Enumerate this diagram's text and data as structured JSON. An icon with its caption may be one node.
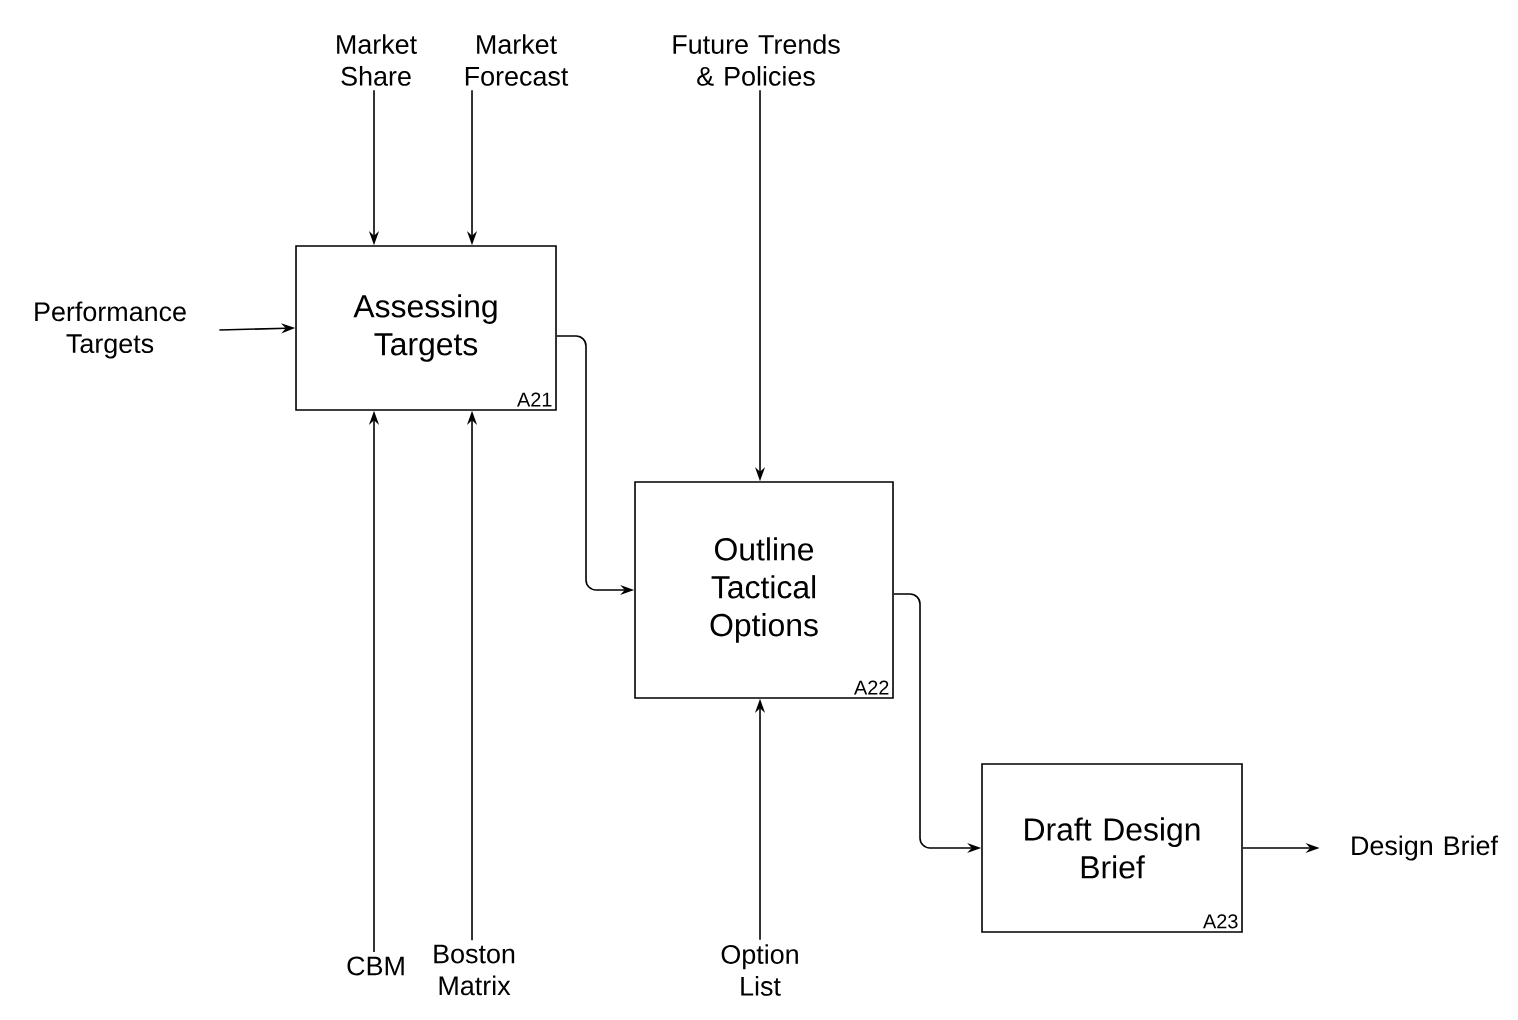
{
  "diagram": {
    "nodes": [
      {
        "text": [
          "Assessing Targets",
          "A21"
        ]
      },
      {
        "text": [
          "Outline Tactical Options",
          "A22"
        ]
      },
      {
        "text": [
          "Draft Design Brief",
          "A23"
        ]
      },
      {
        "text": [
          "Market Share"
        ]
      },
      {
        "text": [
          "Market Forecast"
        ]
      },
      {
        "text": [
          "Future Trends & Policies"
        ]
      },
      {
        "text": [
          "Performance Targets"
        ]
      },
      {
        "text": [
          "CBM"
        ]
      },
      {
        "text": [
          "Boston Matrix"
        ]
      },
      {
        "text": [
          "Option List"
        ]
      },
      {
        "text": [
          "Design Brief"
        ]
      }
    ],
    "edges": [
      {
        "from": 3,
        "to": 0,
        "arrow": "to"
      },
      {
        "from": 4,
        "to": 0,
        "arrow": "to"
      },
      {
        "from": 6,
        "to": 0,
        "arrow": "to"
      },
      {
        "from": 7,
        "to": 0,
        "arrow": "to"
      },
      {
        "from": 8,
        "to": 0,
        "arrow": "to"
      },
      {
        "from": 0,
        "to": 1,
        "arrow": "to"
      },
      {
        "from": 5,
        "to": 1,
        "arrow": "to"
      },
      {
        "from": 9,
        "to": 1,
        "arrow": "to"
      },
      {
        "from": 1,
        "to": 2,
        "arrow": "to"
      },
      {
        "from": 2,
        "to": 10,
        "arrow": "to"
      }
    ]
  }
}
